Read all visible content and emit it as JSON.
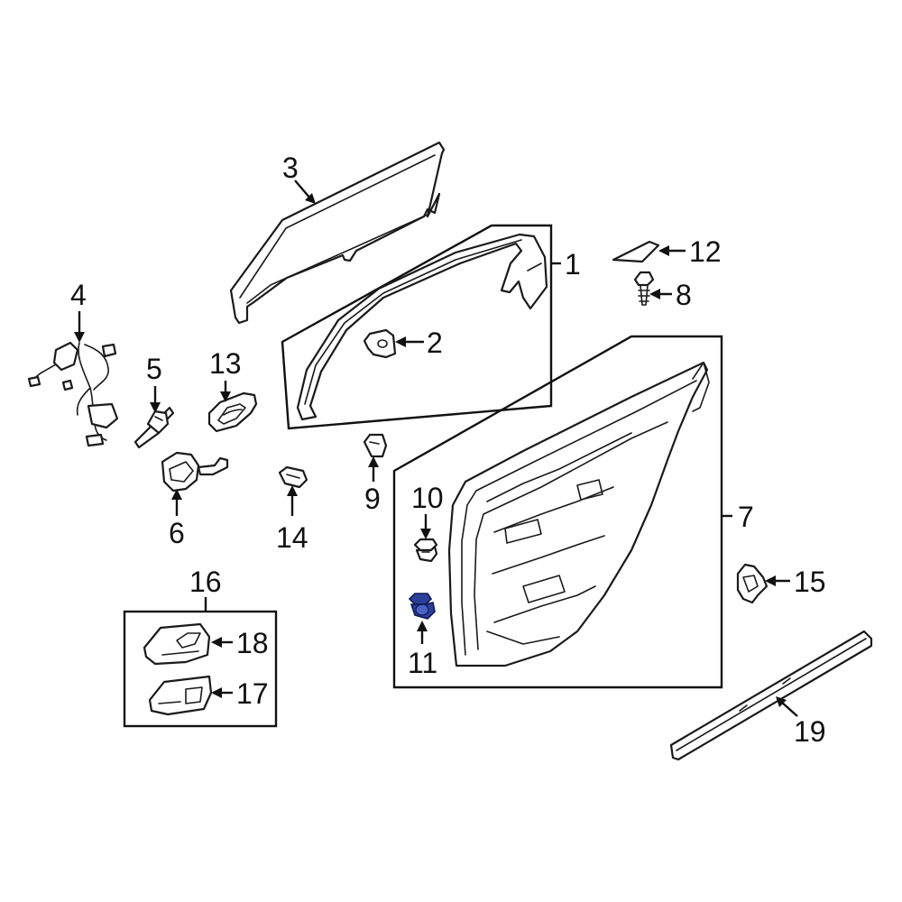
{
  "callouts": {
    "c1": "1",
    "c2": "2",
    "c3": "3",
    "c4": "4",
    "c5": "5",
    "c6": "6",
    "c7": "7",
    "c8": "8",
    "c9": "9",
    "c10": "10",
    "c11": "11",
    "c12": "12",
    "c13": "13",
    "c14": "14",
    "c15": "15",
    "c16": "16",
    "c17": "17",
    "c18": "18",
    "c19": "19"
  },
  "highlight_color": "#2b3f9a",
  "highlighted_part": "11"
}
